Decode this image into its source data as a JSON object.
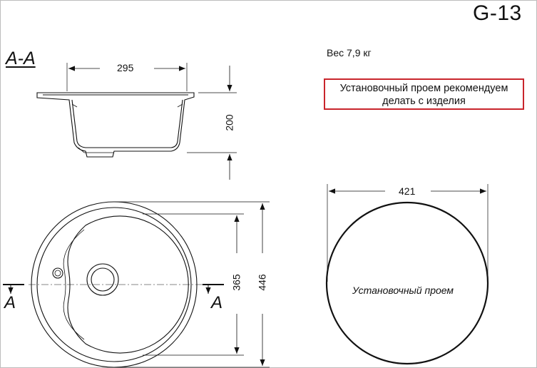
{
  "model": "G-13",
  "section_title": "А-А",
  "weight_text": "Вес 7,9 кг",
  "notice": {
    "line1": "Установочный проем рекомендуем",
    "line2": "делать с изделия",
    "border_color": "#c9252c"
  },
  "dimensions": {
    "top_width": "295",
    "depth": "200",
    "inner_diameter": "365",
    "outer_diameter": "446",
    "cutout_diameter": "421"
  },
  "section_markers": {
    "left": "А",
    "right": "А"
  },
  "cutout_label": "Установочный проем"
}
